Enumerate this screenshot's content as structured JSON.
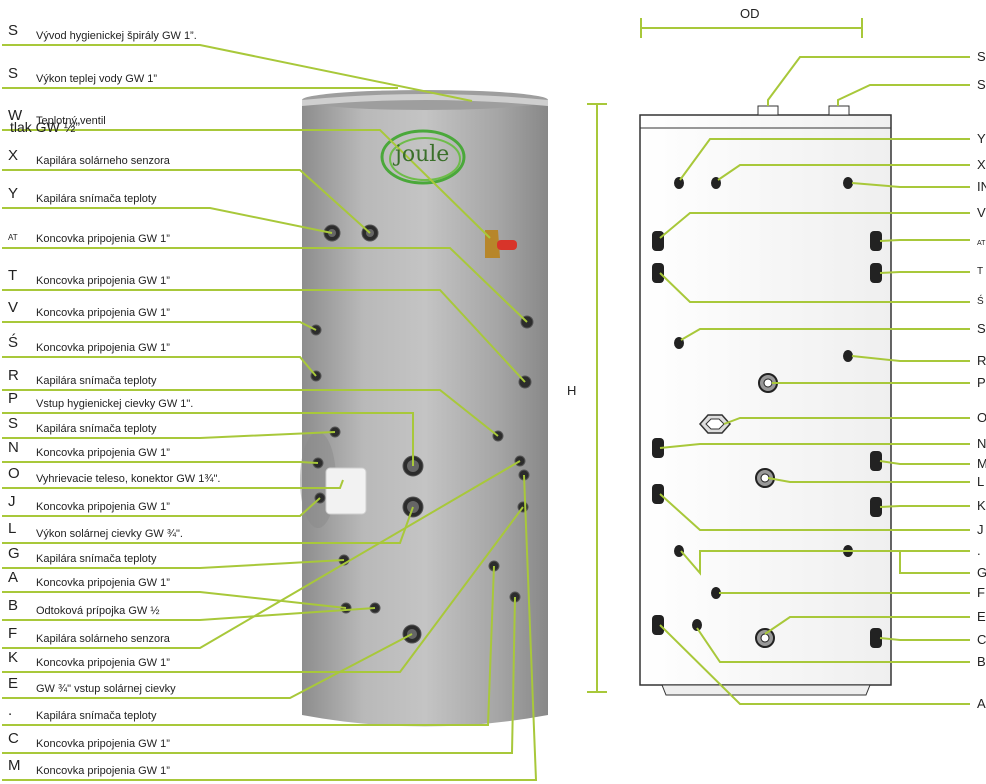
{
  "left_callouts": [
    {
      "letter": "S",
      "text": "Vývod hygienickej špirály GW 1”."
    },
    {
      "letter": "S",
      "text": "Výkon teplej vody GW 1”"
    },
    {
      "letter": "W",
      "text": "Teplotný ventil"
    },
    {
      "letter": "X",
      "text": "Kapilára solárneho senzora"
    },
    {
      "letter": "Y",
      "text": "Kapilára snímača teploty"
    },
    {
      "letter": "AT",
      "text": "Koncovka pripojenia GW 1”"
    },
    {
      "letter": "T",
      "text": "Koncovka pripojenia GW 1”"
    },
    {
      "letter": "V",
      "text": "Koncovka pripojenia GW 1”"
    },
    {
      "letter": "Ś",
      "text": "Koncovka pripojenia GW 1”"
    },
    {
      "letter": "R",
      "text": "Kapilára snímača teploty"
    },
    {
      "letter": "P",
      "text": "Vstup hygienickej cievky GW 1\"."
    },
    {
      "letter": "S",
      "text": "Kapilára snímača teploty"
    },
    {
      "letter": "N",
      "text": "Koncovka pripojenia GW 1”"
    },
    {
      "letter": "O",
      "text": "Vyhrievacie teleso, konektor GW 1¾\"."
    },
    {
      "letter": "J",
      "text": "Koncovka pripojenia GW 1”"
    },
    {
      "letter": "L",
      "text": "Výkon solárnej cievky GW ¾\"."
    },
    {
      "letter": "G",
      "text": "Kapilára snímača teploty"
    },
    {
      "letter": "A",
      "text": "Koncovka pripojenia GW 1”"
    },
    {
      "letter": "B",
      "text": "Odtoková prípojka GW ½"
    },
    {
      "letter": "F",
      "text": "Kapilára solárneho senzora"
    },
    {
      "letter": "K",
      "text": "Koncovka pripojenia GW 1”"
    },
    {
      "letter": "E",
      "text": "GW ¾\" vstup solárnej cievky"
    },
    {
      "letter": ".",
      "text": "Kapilára snímača teploty"
    },
    {
      "letter": "C",
      "text": "Koncovka pripojenia GW 1”"
    },
    {
      "letter": "M",
      "text": "Koncovka pripojenia GW 1”"
    }
  ],
  "w_subtext": "tlak GW ½”",
  "logo_text": "joule",
  "right_labels": [
    "S",
    "S",
    "Y",
    "X",
    "IN",
    "V",
    "AT",
    "T",
    "Ś",
    "S",
    "R",
    "P",
    "O",
    "N",
    "M",
    "L",
    "K",
    "J",
    ".",
    "G",
    "F",
    "E",
    "C",
    "B",
    "A"
  ],
  "dimensions": {
    "od": "OD",
    "h": "H"
  },
  "colors": {
    "callout_line": "#a8c83a",
    "tank": "#a9a9a9",
    "tank_dark": "#7e7e7e",
    "logo": "#4aa83a"
  }
}
